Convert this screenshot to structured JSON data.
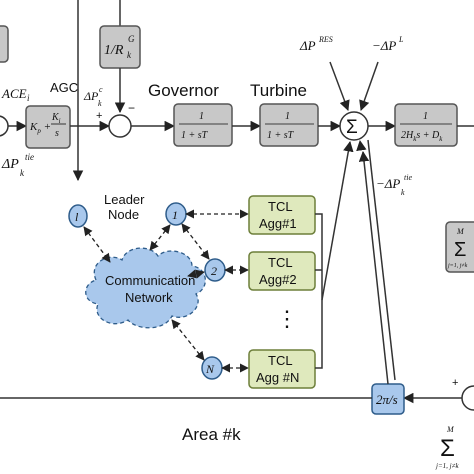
{
  "labels": {
    "agc": "AGC",
    "governor": "Governor",
    "turbine": "Turbine",
    "leader_node": [
      "Leader",
      "Node"
    ],
    "communication_network": [
      "Communication",
      "Network"
    ],
    "area": "Area #k",
    "dots": "⋮"
  },
  "math": {
    "ace": "ACE",
    "ace_sub": "i",
    "droop_block": "1/R",
    "droop_sub": "k",
    "droop_sup": "G",
    "pi_block": "K",
    "delta_pc": "ΔP",
    "delta_pc_sup": "c",
    "delta_pc_sub": "k",
    "delta_ptie_left": "ΔP",
    "tie_sup": "tie",
    "tie_sub": "k",
    "governor_tf_num": "1",
    "governor_tf_den": "1 + sT",
    "turbine_tf_num": "1",
    "turbine_tf_den": "1 + sT",
    "inertia_tf_num": "1",
    "inertia_tf_den": "2H",
    "minus_delta_pres": "ΔP",
    "res_sup": "RES",
    "minus_delta_pl": "−ΔP",
    "pl_sup": "L",
    "minus_delta_ptie": "−ΔP",
    "two_pi_s": "2π/s",
    "plus": "+",
    "minus": "−",
    "sum_sym": "Σ",
    "sum_limits": "j=1, j≠k",
    "sum_top": "M"
  },
  "nodes": {
    "leader": "l",
    "n1": "1",
    "n2": "2",
    "nN": "N"
  },
  "tcl": [
    {
      "line1": "TCL",
      "line2": "Agg#1"
    },
    {
      "line1": "TCL",
      "line2": "Agg#2"
    },
    {
      "line1": "TCL",
      "line2": "Agg #N"
    }
  ]
}
